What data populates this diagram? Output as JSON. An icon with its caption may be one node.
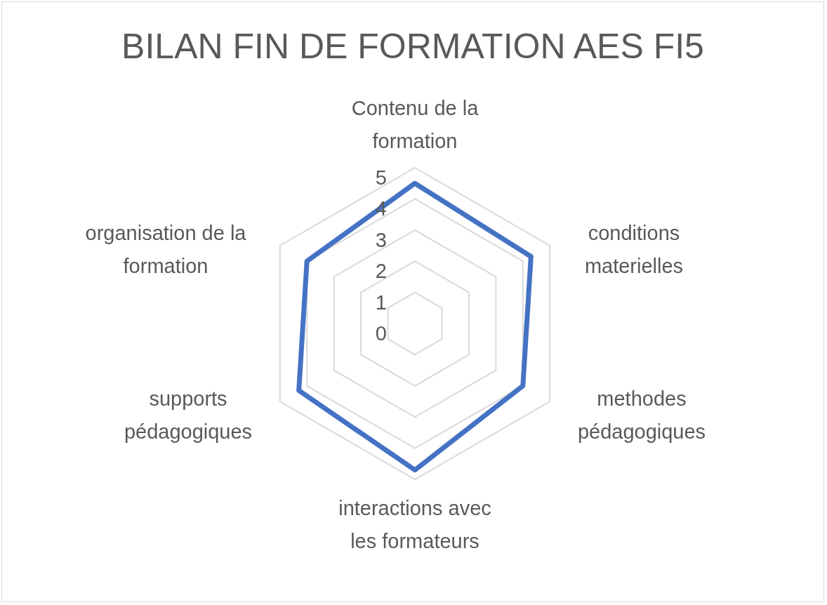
{
  "diagram": {
    "title": "BILAN FIN DE FORMATION AES FI5",
    "labels": [
      "Contenu de la formation",
      "5",
      "4",
      "organisation de la formation",
      "conditions materielles",
      "3",
      "2",
      "1",
      "0",
      "supports pédagogiques",
      "methodes pédagogiques",
      "interactions avec les formateurs"
    ]
  }
}
